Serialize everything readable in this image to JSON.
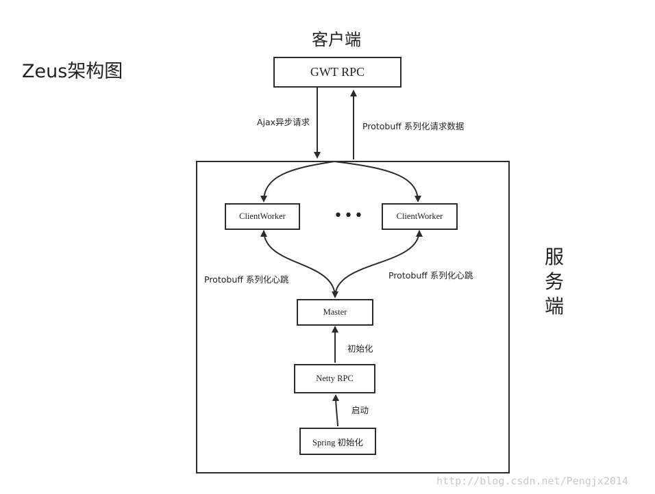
{
  "diagram": {
    "title": "Zeus架构图",
    "client_label": "客户端",
    "server_label": [
      "服",
      "务",
      "端"
    ],
    "nodes": {
      "gwt_rpc": "GWT  RPC",
      "client_worker_left": "ClientWorker",
      "ellipsis": "•••",
      "client_worker_right": "ClientWorker",
      "master": "Master",
      "netty_rpc": "Netty  RPC",
      "spring_init": "Spring   初始化"
    },
    "edges": {
      "ajax_request": "Ajax异步请求",
      "protobuf_response": "Protobuff 系列化请求数据",
      "heartbeat_left": "Protobuff 系列化心跳",
      "heartbeat_right": "Protobuff 系列化心跳",
      "init": "初始化",
      "start": "启动"
    },
    "watermark": "http://blog.csdn.net/Pengjx2014"
  }
}
